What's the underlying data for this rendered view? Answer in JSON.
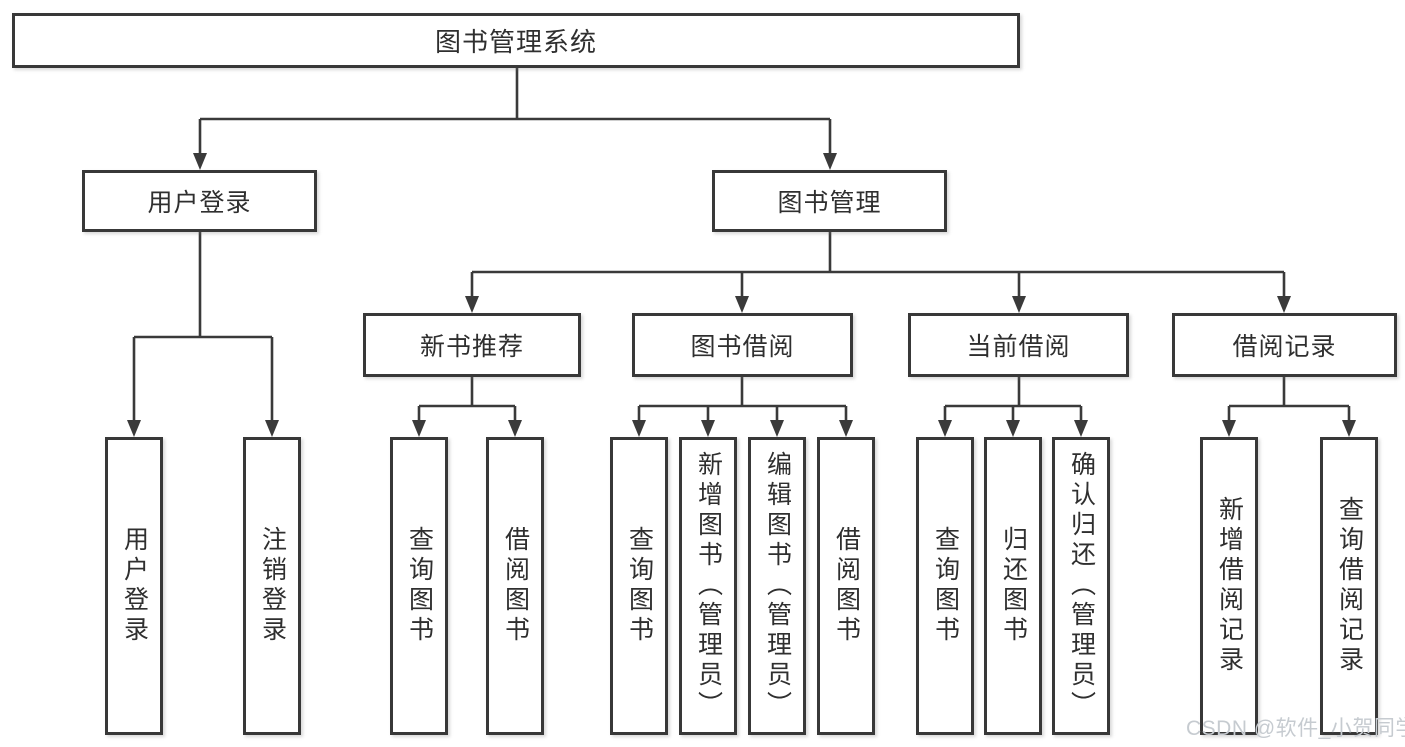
{
  "diagram": {
    "root": "图书管理系统",
    "level2": {
      "user_login": "用户登录",
      "book_management": "图书管理"
    },
    "level3": {
      "new_book_recommend": "新书推荐",
      "book_borrowing": "图书借阅",
      "current_borrowing": "当前借阅",
      "borrowing_records": "借阅记录"
    },
    "leaves": {
      "user_login": [
        "用户登录",
        "注销登录"
      ],
      "new_book_recommend": [
        "查询图书",
        "借阅图书"
      ],
      "book_borrowing": [
        "查询图书",
        "新增图书（管理员）",
        "编辑图书（管理员）",
        "借阅图书"
      ],
      "current_borrowing": [
        "查询图书",
        "归还图书",
        "确认归还（管理员）"
      ],
      "borrowing_records": [
        "新增借阅记录",
        "查询借阅记录"
      ]
    }
  },
  "watermark": "CSDN @软件_小贺同学",
  "colors": {
    "line": "#3a3a3a",
    "border": "#383838",
    "text": "#2f2f2f",
    "watermark": "#c6cbd0",
    "background": "#ffffff"
  }
}
